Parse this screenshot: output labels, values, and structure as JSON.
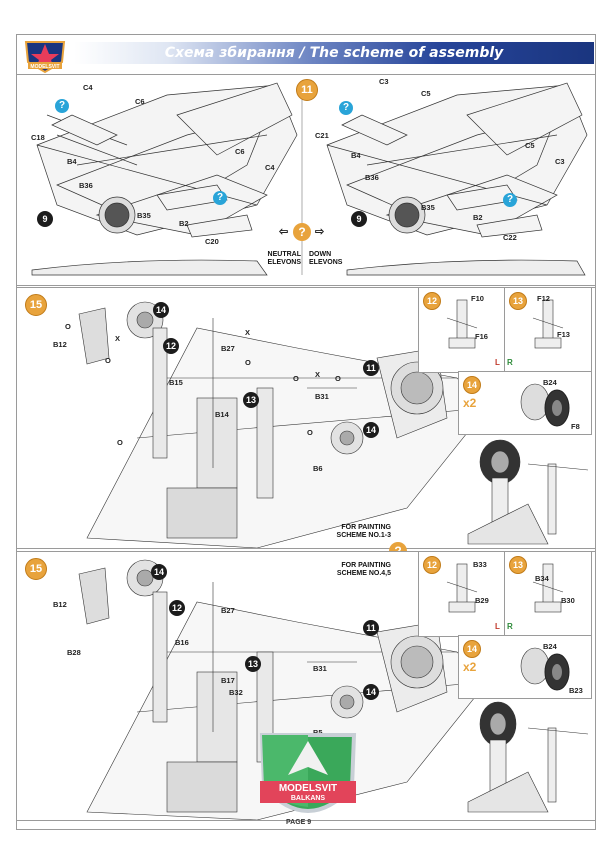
{
  "header": {
    "title": "Схема збирання / The scheme of assembly",
    "logo_text": "MODELSVIT"
  },
  "step11": {
    "number": "11",
    "left_labels": [
      "C4",
      "C6",
      "C18",
      "B4",
      "C6",
      "C4",
      "B36",
      "B35",
      "B2",
      "C20"
    ],
    "right_labels": [
      "C3",
      "C5",
      "C21",
      "B4",
      "C5",
      "C3",
      "B36",
      "B35",
      "B2",
      "C22"
    ],
    "left_part": "9",
    "right_part": "9",
    "neutral_caption": "NEUTRAL\nELEVONS",
    "down_caption": "DOWN\nELEVONS",
    "q_mark": "?"
  },
  "step15a": {
    "number": "15",
    "labels": [
      "B12",
      "B27",
      "B15",
      "B14",
      "B31",
      "B6"
    ],
    "sub_numbers": [
      "14",
      "12",
      "13",
      "11",
      "14"
    ],
    "glue": [
      "O",
      "X",
      "O",
      "X",
      "O",
      "O",
      "X",
      "O",
      "O",
      "O"
    ],
    "caption": "FOR PAINTING\nSCHEME NO.1-3"
  },
  "step12a": {
    "number": "12",
    "labels": [
      "F10",
      "F16"
    ],
    "left": "L",
    "right": "R"
  },
  "step13a": {
    "number": "13",
    "labels": [
      "F12",
      "F13"
    ]
  },
  "step14a": {
    "number": "14",
    "multiplier": "x2",
    "labels": [
      "B24",
      "F8"
    ],
    "sub": [
      "14",
      "14",
      "14"
    ]
  },
  "divider_q": "?",
  "step15b": {
    "number": "15",
    "labels": [
      "B12",
      "B27",
      "B28",
      "B16",
      "B17",
      "B32",
      "B31",
      "B5"
    ],
    "sub_numbers": [
      "14",
      "12",
      "13",
      "11",
      "14"
    ],
    "caption": "FOR PAINTING\nSCHEME NO.4,5"
  },
  "step12b": {
    "number": "12",
    "labels": [
      "B33",
      "B29"
    ],
    "left": "L",
    "right": "R"
  },
  "step13b": {
    "number": "13",
    "labels": [
      "B34",
      "B30"
    ]
  },
  "step14b": {
    "number": "14",
    "multiplier": "x2",
    "labels": [
      "B24",
      "B23"
    ],
    "sub": [
      "14",
      "14",
      "14"
    ]
  },
  "badge": {
    "line1": "MODELSVIT",
    "line2": "BALKANS"
  },
  "footer": {
    "page": "PAGE 9"
  },
  "colors": {
    "accent": "#e8a33c",
    "header_blue": "#1a357f",
    "help_blue": "#29a4d8",
    "left_red": "#c0392b",
    "right_green": "#2e8b3a"
  }
}
